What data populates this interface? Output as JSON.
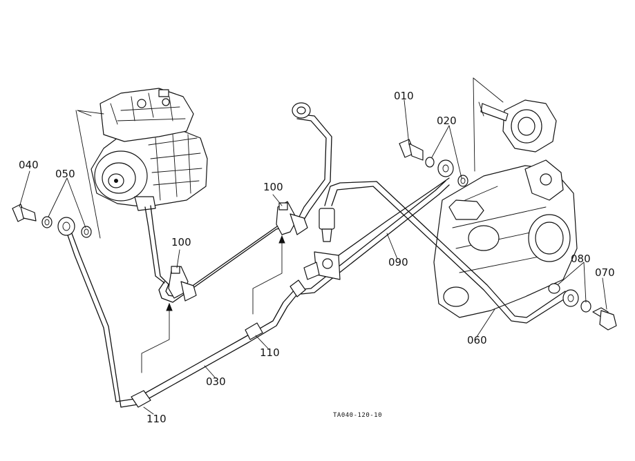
{
  "diagram_code": "TA040-120-10",
  "parts": {
    "p010": "010",
    "p020": "020",
    "p030": "030",
    "p040": "040",
    "p050": "050",
    "p060": "060",
    "p070": "070",
    "p080": "080",
    "p090": "090",
    "p100a": "100",
    "p100b": "100",
    "p110a": "110",
    "p110b": "110"
  }
}
